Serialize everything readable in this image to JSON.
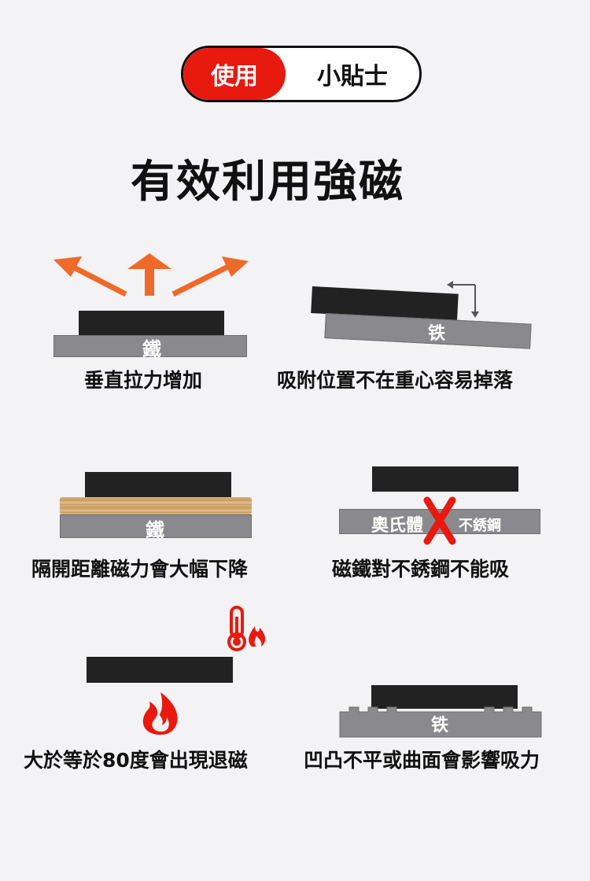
{
  "header": {
    "pill_left": "使用",
    "pill_right": "小貼士"
  },
  "title": "有效利用強磁",
  "panels": {
    "vertical_pull": {
      "plate_label": "鐵",
      "caption": "垂直拉力增加"
    },
    "off_center": {
      "plate_label": "铁",
      "caption": "吸附位置不在重心容易掉落"
    },
    "gap": {
      "plate_label": "鐵",
      "caption": "隔開距離磁力會大幅下降"
    },
    "stainless": {
      "plate_label_left": "奧氏體",
      "plate_label_right": "不銹鋼",
      "caption": "磁鐵對不銹鋼不能吸"
    },
    "heat": {
      "caption": "大於等於80度會出現退磁"
    },
    "uneven": {
      "plate_label": "铁",
      "caption": "凹凸不平或曲面會影響吸力"
    }
  },
  "colors": {
    "accent_red": "#e8190f",
    "arrow_orange": "#ee6a2a",
    "magnet_black": "#222222",
    "plate_grey": "#8a8a8e"
  },
  "icons": [
    "arrow-up-icon",
    "arrow-left-icon",
    "arrow-right-icon",
    "move-arrows-icon",
    "x-mark-icon",
    "thermometer-icon",
    "flame-icon"
  ]
}
